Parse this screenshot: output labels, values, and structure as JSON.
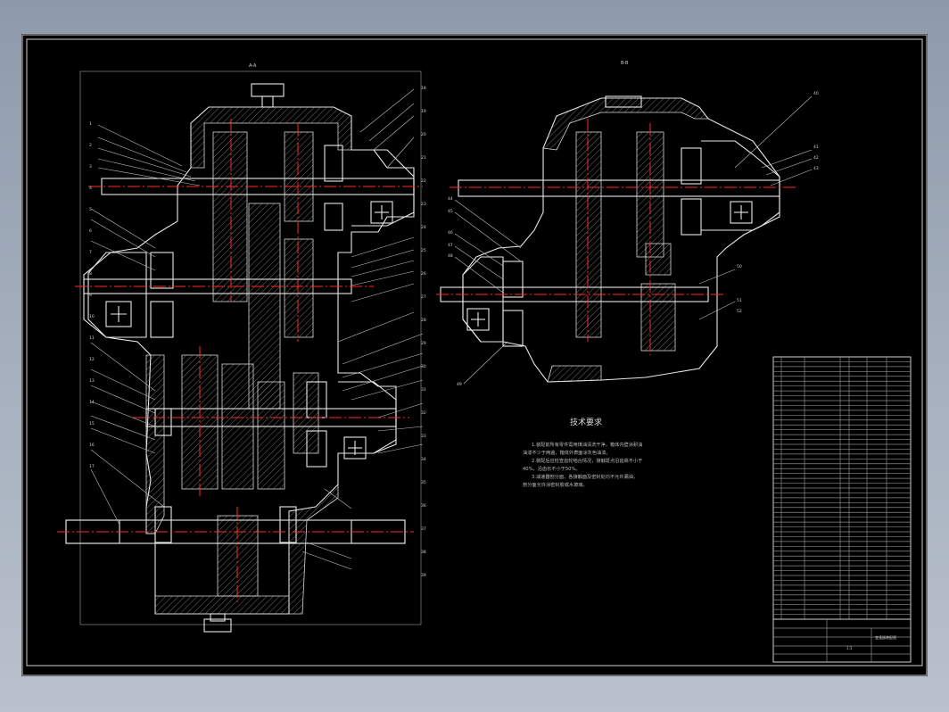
{
  "background_color": "#9aa5b3",
  "sheet_color": "#000000",
  "line_color": "#e8e8e8",
  "centerline_color": "#ff2a2a",
  "views": {
    "left_title": "A-A",
    "right_title": "B-B"
  },
  "tech_requirements": {
    "title": "技术要求",
    "lines": [
      "1.装配前所有零件需用煤油清洗干净，箱体内壁涂耐油",
      "油漆不少于两遍，箱体外表面涂灰色油漆。",
      "2.装配后应检查齿轮啮合情况，接触斑点沿齿高不小于",
      "40%，沿齿长不小于50%。",
      "3.减速器剖分面、各接触面及密封处均不允许漏油，",
      "剖分面允许涂密封胶或水玻璃。"
    ]
  },
  "left_view_labels": [
    "1",
    "2",
    "3",
    "4",
    "5",
    "6",
    "7",
    "8",
    "9",
    "10",
    "11",
    "12",
    "13",
    "14",
    "15",
    "16",
    "17",
    "18",
    "19",
    "20",
    "21",
    "22",
    "23",
    "24",
    "25",
    "26",
    "27",
    "28",
    "29",
    "30",
    "31",
    "32",
    "33",
    "34",
    "35",
    "36",
    "37",
    "38",
    "39"
  ],
  "right_view_labels": [
    "40",
    "41",
    "42",
    "43",
    "44",
    "45",
    "46",
    "47",
    "48",
    "49",
    "50",
    "51",
    "52"
  ],
  "parts_table_rows": 54,
  "title_block": {
    "drawing_name": "变速器装配图",
    "scale": "1:1"
  }
}
